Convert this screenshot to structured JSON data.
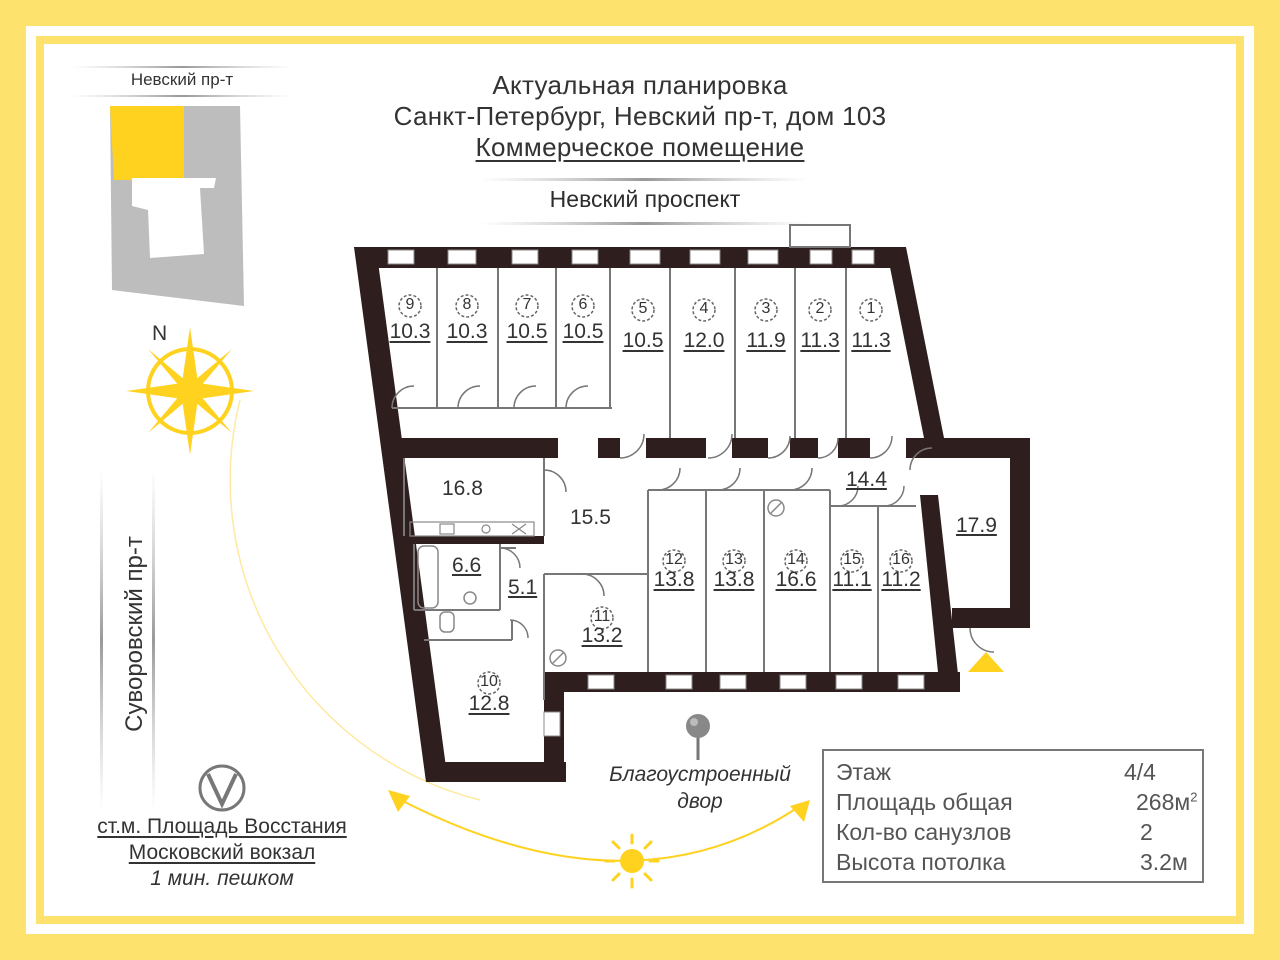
{
  "header": {
    "title": "Актуальная планировка",
    "address": "Санкт-Петербург, Невский пр-т, дом 103",
    "type": "Коммерческое помещение"
  },
  "streets": {
    "main": "Невский проспект",
    "minimap": "Невский пр-т",
    "side": "Суворовский пр-т"
  },
  "compass": {
    "north": "N"
  },
  "metro": {
    "station": "ст.м. Площадь Восстания",
    "station2": "Московский вокзал",
    "walk": "1 мин. пешком"
  },
  "yard": {
    "line1": "Благоустроенный",
    "line2": "двор"
  },
  "rooms": [
    {
      "num": "9",
      "area": "10.3"
    },
    {
      "num": "8",
      "area": "10.3"
    },
    {
      "num": "7",
      "area": "10.5"
    },
    {
      "num": "6",
      "area": "10.5"
    },
    {
      "num": "5",
      "area": "10.5"
    },
    {
      "num": "4",
      "area": "12.0"
    },
    {
      "num": "3",
      "area": "11.9"
    },
    {
      "num": "2",
      "area": "11.3"
    },
    {
      "num": "1",
      "area": "11.3"
    },
    {
      "num": "12",
      "area": "13.8"
    },
    {
      "num": "13",
      "area": "13.8"
    },
    {
      "num": "14",
      "area": "16.6"
    },
    {
      "num": "15",
      "area": "11.1"
    },
    {
      "num": "16",
      "area": "11.2"
    },
    {
      "num": "11",
      "area": "13.2"
    },
    {
      "num": "10",
      "area": "12.8"
    }
  ],
  "areas": {
    "corridor_right": "14.4",
    "hall": "15.5",
    "kitchen": "16.8",
    "bath": "6.6",
    "toilet_area": "5.1",
    "right_room": "17.9"
  },
  "info": [
    {
      "label": "Этаж",
      "value": "4/4"
    },
    {
      "label": "Площадь общая",
      "value": "268м",
      "sup": "2"
    },
    {
      "label": "Кол-во санузлов",
      "value": "2"
    },
    {
      "label": "Высота потолка",
      "value": "3.2м"
    }
  ],
  "colors": {
    "frame": "#FEE26E",
    "accent": "#FFD21F",
    "wall": "#2E1E1E",
    "block_gray": "#BDBDBD"
  }
}
